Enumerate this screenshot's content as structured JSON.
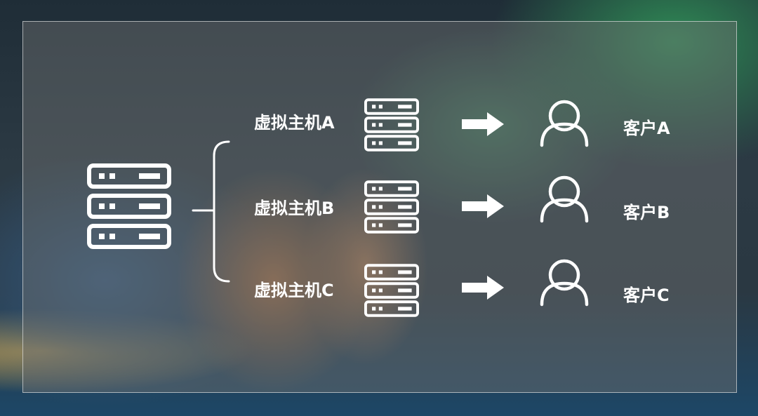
{
  "hosts": [
    {
      "label": "虚拟主机A",
      "client": "客户A"
    },
    {
      "label": "虚拟主机B",
      "client": "客户B"
    },
    {
      "label": "虚拟主机C",
      "client": "客户C"
    }
  ],
  "icons": {
    "physical_server": "server-icon",
    "virtual_server": "server-icon",
    "arrow": "arrow-right-icon",
    "client": "user-icon"
  },
  "colors": {
    "foreground": "#ffffff"
  }
}
